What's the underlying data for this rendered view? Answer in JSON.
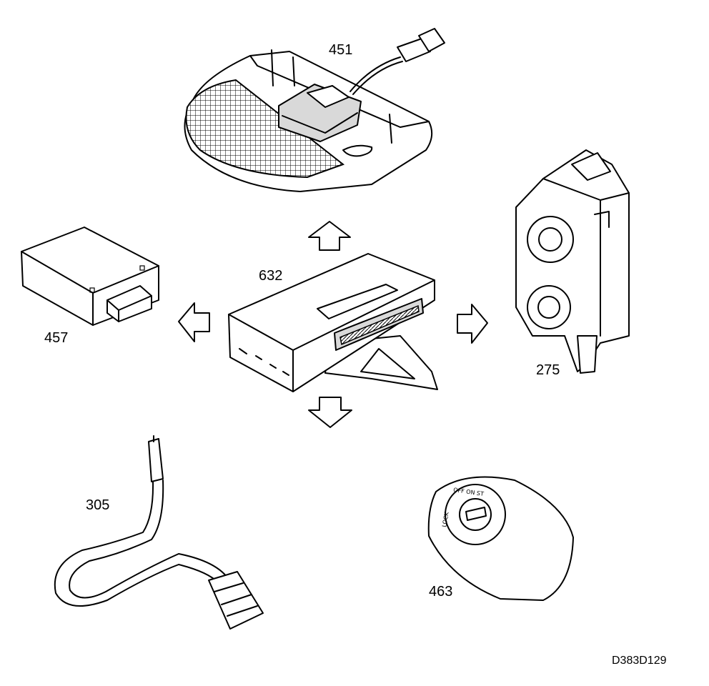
{
  "labels": {
    "p451": "451",
    "p632": "632",
    "p457": "457",
    "p275": "275",
    "p305": "305",
    "p463": "463"
  },
  "diagram_code": "D383D129",
  "ignition_markings": [
    "LOCK",
    "OFF ON ST"
  ]
}
